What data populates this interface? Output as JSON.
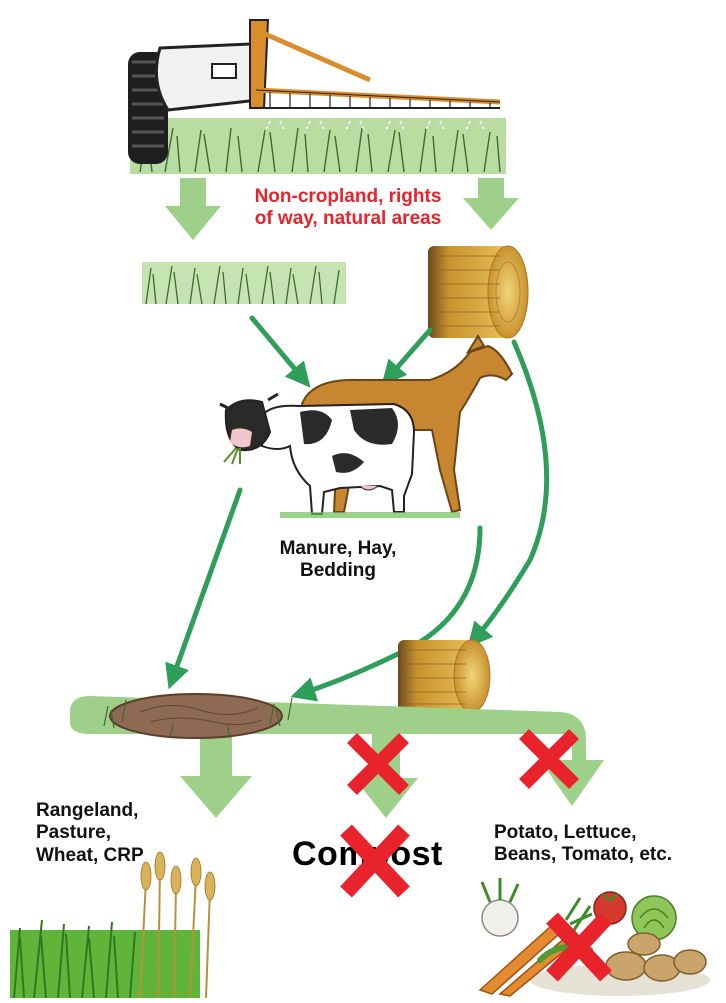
{
  "labels": {
    "source_line1": "Non-cropland, rights",
    "source_line2": "of way, natural areas",
    "livestock_line1": "Manure, Hay,",
    "livestock_line2": "Bedding",
    "ok_line1": "Rangeland,",
    "ok_line2": "Pasture,",
    "ok_line3": "Wheat, CRP",
    "compost": "Compost",
    "veg_line1": "Potato, Lettuce,",
    "veg_line2": "Beans, Tomato, etc."
  },
  "colors": {
    "source_text": "#e8232b",
    "flow_arrow": "#2f9e5a",
    "broad_arrow": "#9fd08a",
    "prohibited_x": "#e8232b"
  },
  "icons": [
    "sprayer-tractor-icon",
    "grass-icon",
    "hay-bale-icon",
    "cow-icon",
    "horse-icon",
    "manure-pile-icon",
    "wheat-grass-icon",
    "vegetables-icon",
    "prohibited-x-icon"
  ]
}
